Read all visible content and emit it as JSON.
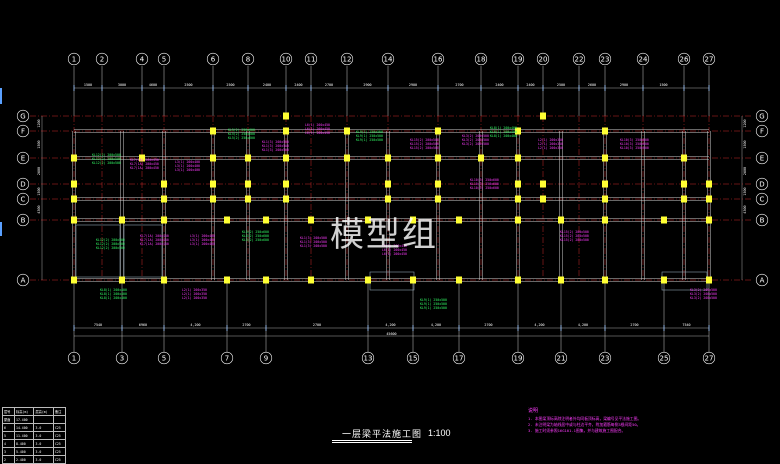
{
  "drawing": {
    "title": "一层梁平法施工图",
    "scale": "1:100",
    "watermark": "模型组"
  },
  "axes": {
    "top_numbers": [
      "1",
      "2",
      "4",
      "5",
      "6",
      "8",
      "10",
      "11",
      "12",
      "14",
      "16",
      "18",
      "19",
      "20",
      "22",
      "23",
      "24",
      "26",
      "27"
    ],
    "bottom_numbers": [
      "1",
      "3",
      "5",
      "7",
      "9",
      "13",
      "15",
      "17",
      "19",
      "21",
      "23",
      "25",
      "27"
    ],
    "left_letters": [
      "G",
      "F",
      "E",
      "D",
      "C",
      "B",
      "A"
    ],
    "right_letters": [
      "G",
      "F",
      "E",
      "D",
      "C",
      "B",
      "A"
    ]
  },
  "dimensions": {
    "top_row": [
      "1500",
      "3000",
      "4600",
      "2500",
      "2500",
      "2400",
      "2400",
      "2700",
      "2900",
      "2900",
      "2700",
      "2400",
      "2400",
      "2500",
      "2600",
      "2900",
      "1500"
    ],
    "bottom_row": [
      "7540",
      "6960",
      "4,200",
      "2700",
      "2700",
      "4,200",
      "4,200",
      "2700",
      "4,200",
      "4,200",
      "2700",
      "7540"
    ],
    "overall": "45600",
    "left_col": [
      "1200",
      "1500",
      "2600",
      "1500",
      "4300"
    ],
    "right_col": [
      "1200",
      "1500",
      "2600",
      "1500",
      "4300"
    ]
  },
  "beam_labels": [
    "KL12(2) 200x500",
    "KL7(1A) 200x450",
    "L3(1) 200x400",
    "KL5(2) 250x600",
    "KL1(3) 200x500",
    "L6(1) 200x450",
    "KL9(1) 250x500",
    "KL15(2) 200x500",
    "KL3(2) 200x500",
    "KL8(1) 200x400",
    "L2(1) 200x350",
    "KL10(3) 250x600"
  ],
  "schedule": {
    "header": [
      "层号",
      "标高(m)",
      "层高(m)",
      "备注"
    ],
    "rows": [
      [
        "屋面",
        "17.400",
        "",
        ""
      ],
      [
        "6",
        "14.400",
        "3.0",
        "C25"
      ],
      [
        "5",
        "11.400",
        "3.0",
        "C25"
      ],
      [
        "4",
        "8.400",
        "3.0",
        "C25"
      ],
      [
        "3",
        "5.400",
        "3.0",
        "C25"
      ],
      [
        "2",
        "2.400",
        "3.0",
        "C25"
      ]
    ]
  },
  "notes": {
    "heading": "说明",
    "lines": [
      "1. 本图梁顶标高除注明者外均同板顶标高，梁编号见平法施工图。",
      "2. 未注明梁为轴线居中或与柱边平齐，附加箍筋每侧3根间距50。",
      "3. 施工时须参照16G101-1图集，并与建筑施工图配合。"
    ]
  },
  "colors": {
    "background": "#000000",
    "grid": "#ff3333",
    "beam": "#d0d0d0",
    "column": "#ffff33",
    "annotation": "#ff3bff",
    "rebar_note": "#33ff66",
    "axis_bubble": "#ffffff",
    "dim_tick": "#5aa0ff"
  }
}
